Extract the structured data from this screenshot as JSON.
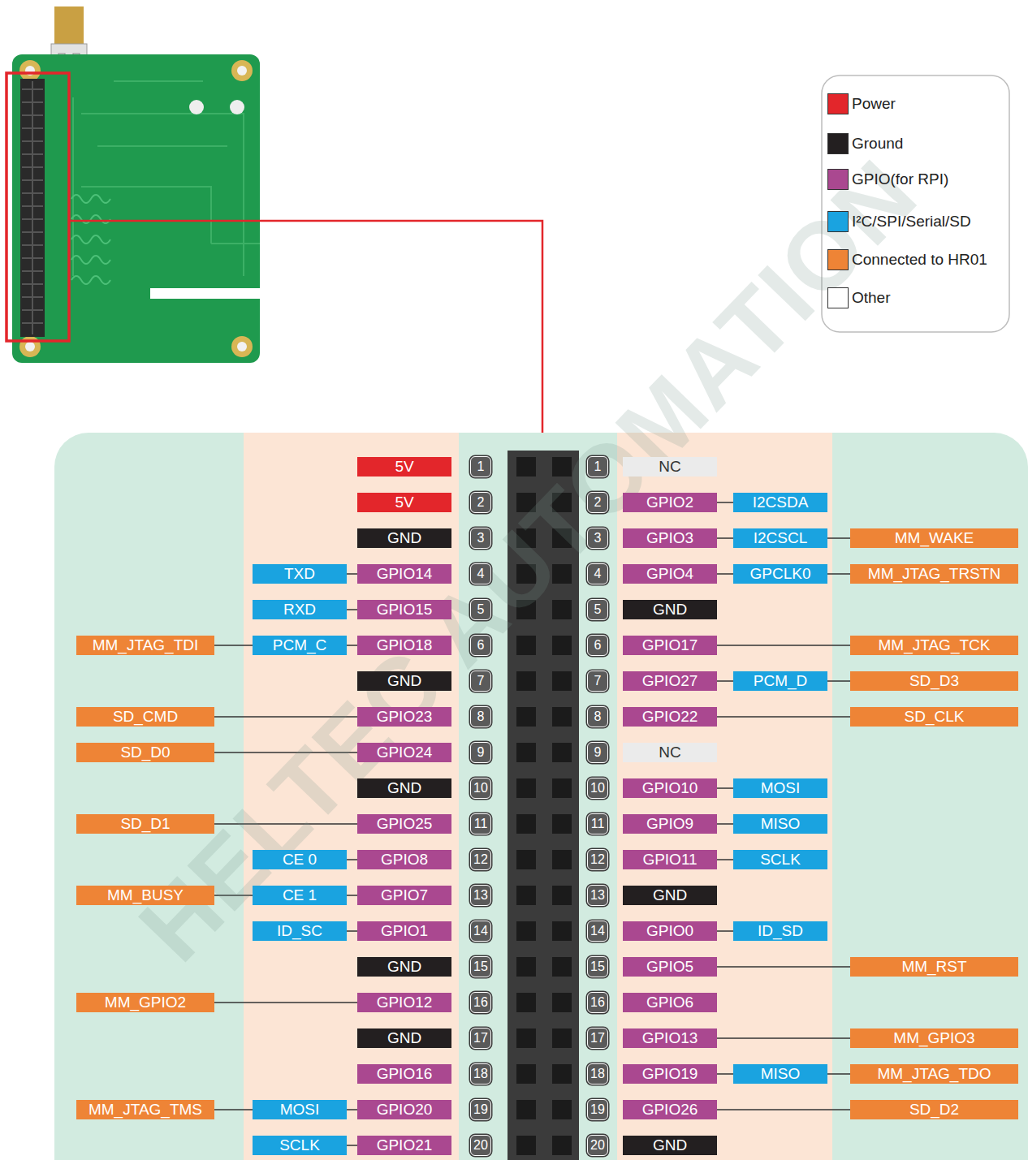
{
  "diagram": {
    "nodes": [
      {
        "text": [
          "5V"
        ]
      },
      {
        "text": [
          "1"
        ]
      },
      {
        "text": [
          "1"
        ]
      },
      {
        "text": [
          "NC"
        ]
      },
      {
        "text": [
          "5V"
        ]
      },
      {
        "text": [
          "2"
        ]
      },
      {
        "text": [
          "2"
        ]
      },
      {
        "text": [
          "GPIO2"
        ]
      },
      {
        "text": [
          "I2CSDA"
        ]
      },
      {
        "text": [
          "GND"
        ]
      },
      {
        "text": [
          "3"
        ]
      },
      {
        "text": [
          "3"
        ]
      },
      {
        "text": [
          "GPIO3"
        ]
      },
      {
        "text": [
          "I2CSCL"
        ]
      },
      {
        "text": [
          "MM_WAKE"
        ]
      },
      {
        "text": [
          "TXD"
        ]
      },
      {
        "text": [
          "GPIO14"
        ]
      },
      {
        "text": [
          "4"
        ]
      },
      {
        "text": [
          "4"
        ]
      },
      {
        "text": [
          "GPIO4"
        ]
      },
      {
        "text": [
          "GPCLK0"
        ]
      },
      {
        "text": [
          "MM_JTAG_TRSTN"
        ]
      },
      {
        "text": [
          "RXD"
        ]
      },
      {
        "text": [
          "GPIO15"
        ]
      },
      {
        "text": [
          "5"
        ]
      },
      {
        "text": [
          "5"
        ]
      },
      {
        "text": [
          "GND"
        ]
      },
      {
        "text": [
          "MM_JTAG_TDI"
        ]
      },
      {
        "text": [
          "PCM_C"
        ]
      },
      {
        "text": [
          "GPIO18"
        ]
      },
      {
        "text": [
          "6"
        ]
      },
      {
        "text": [
          "6"
        ]
      },
      {
        "text": [
          "GPIO17"
        ]
      },
      {
        "text": [
          "MM_JTAG_TCK"
        ]
      },
      {
        "text": [
          "GND"
        ]
      },
      {
        "text": [
          "7"
        ]
      },
      {
        "text": [
          "7"
        ]
      },
      {
        "text": [
          "GPIO27"
        ]
      },
      {
        "text": [
          "PCM_D"
        ]
      },
      {
        "text": [
          "SD_D3"
        ]
      },
      {
        "text": [
          "SD_CMD"
        ]
      },
      {
        "text": [
          "GPIO23"
        ]
      },
      {
        "text": [
          "8"
        ]
      },
      {
        "text": [
          "8"
        ]
      },
      {
        "text": [
          "GPIO22"
        ]
      },
      {
        "text": [
          "SD_CLK"
        ]
      },
      {
        "text": [
          "SD_D0"
        ]
      },
      {
        "text": [
          "GPIO24"
        ]
      },
      {
        "text": [
          "9"
        ]
      },
      {
        "text": [
          "9"
        ]
      },
      {
        "text": [
          "NC"
        ]
      },
      {
        "text": [
          "GND"
        ]
      },
      {
        "text": [
          "10"
        ]
      },
      {
        "text": [
          "10"
        ]
      },
      {
        "text": [
          "GPIO10"
        ]
      },
      {
        "text": [
          "MOSI"
        ]
      },
      {
        "text": [
          "SD_D1"
        ]
      },
      {
        "text": [
          "GPIO25"
        ]
      },
      {
        "text": [
          "11"
        ]
      },
      {
        "text": [
          "11"
        ]
      },
      {
        "text": [
          "GPIO9"
        ]
      },
      {
        "text": [
          "MISO"
        ]
      },
      {
        "text": [
          "CE 0"
        ]
      },
      {
        "text": [
          "GPIO8"
        ]
      },
      {
        "text": [
          "12"
        ]
      },
      {
        "text": [
          "12"
        ]
      },
      {
        "text": [
          "GPIO11"
        ]
      },
      {
        "text": [
          "SCLK"
        ]
      },
      {
        "text": [
          "MM_BUSY"
        ]
      },
      {
        "text": [
          "CE 1"
        ]
      },
      {
        "text": [
          "GPIO7"
        ]
      },
      {
        "text": [
          "13"
        ]
      },
      {
        "text": [
          "13"
        ]
      },
      {
        "text": [
          "GND"
        ]
      },
      {
        "text": [
          "ID_SC"
        ]
      },
      {
        "text": [
          "GPIO1"
        ]
      },
      {
        "text": [
          "14"
        ]
      },
      {
        "text": [
          "14"
        ]
      },
      {
        "text": [
          "GPIO0"
        ]
      },
      {
        "text": [
          "ID_SD"
        ]
      },
      {
        "text": [
          "GND"
        ]
      },
      {
        "text": [
          "15"
        ]
      },
      {
        "text": [
          "15"
        ]
      },
      {
        "text": [
          "GPIO5"
        ]
      },
      {
        "text": [
          "MM_RST"
        ]
      },
      {
        "text": [
          "MM_GPIO2"
        ]
      },
      {
        "text": [
          "GPIO12"
        ]
      },
      {
        "text": [
          "16"
        ]
      },
      {
        "text": [
          "16"
        ]
      },
      {
        "text": [
          "GPIO6"
        ]
      },
      {
        "text": [
          "GND"
        ]
      },
      {
        "text": [
          "17"
        ]
      },
      {
        "text": [
          "17"
        ]
      },
      {
        "text": [
          "GPIO13"
        ]
      },
      {
        "text": [
          "MM_GPIO3"
        ]
      },
      {
        "text": [
          "GPIO16"
        ]
      },
      {
        "text": [
          "18"
        ]
      },
      {
        "text": [
          "18"
        ]
      },
      {
        "text": [
          "GPIO19"
        ]
      },
      {
        "text": [
          "MISO"
        ]
      },
      {
        "text": [
          "MM_JTAG_TDO"
        ]
      },
      {
        "text": [
          "MM_JTAG_TMS"
        ]
      },
      {
        "text": [
          "MOSI"
        ]
      },
      {
        "text": [
          "GPIO20"
        ]
      },
      {
        "text": [
          "19"
        ]
      },
      {
        "text": [
          "19"
        ]
      },
      {
        "text": [
          "GPIO26"
        ]
      },
      {
        "text": [
          "SD_D2"
        ]
      },
      {
        "text": [
          "SCLK"
        ]
      },
      {
        "text": [
          "GPIO21"
        ]
      },
      {
        "text": [
          "20"
        ]
      },
      {
        "text": [
          "20"
        ]
      },
      {
        "text": [
          "GND"
        ]
      }
    ],
    "edges": [
      {
        "from": 7,
        "to": 8,
        "arrow": "none"
      },
      {
        "from": 12,
        "to": 13,
        "arrow": "none"
      },
      {
        "from": 13,
        "to": 14,
        "arrow": "none"
      },
      {
        "from": 15,
        "to": 16,
        "arrow": "none"
      },
      {
        "from": 19,
        "to": 20,
        "arrow": "none"
      },
      {
        "from": 20,
        "to": 21,
        "arrow": "none"
      },
      {
        "from": 22,
        "to": 23,
        "arrow": "none"
      },
      {
        "from": 27,
        "to": 28,
        "arrow": "none"
      },
      {
        "from": 28,
        "to": 29,
        "arrow": "none"
      },
      {
        "from": 32,
        "to": 33,
        "arrow": "none"
      },
      {
        "from": 37,
        "to": 38,
        "arrow": "none"
      },
      {
        "from": 38,
        "to": 39,
        "arrow": "none"
      },
      {
        "from": 40,
        "to": 41,
        "arrow": "none"
      },
      {
        "from": 44,
        "to": 45,
        "arrow": "none"
      },
      {
        "from": 46,
        "to": 47,
        "arrow": "none"
      },
      {
        "from": 54,
        "to": 55,
        "arrow": "none"
      },
      {
        "from": 56,
        "to": 57,
        "arrow": "none"
      },
      {
        "from": 60,
        "to": 61,
        "arrow": "none"
      },
      {
        "from": 62,
        "to": 63,
        "arrow": "none"
      },
      {
        "from": 66,
        "to": 67,
        "arrow": "none"
      },
      {
        "from": 68,
        "to": 69,
        "arrow": "none"
      },
      {
        "from": 69,
        "to": 70,
        "arrow": "none"
      },
      {
        "from": 74,
        "to": 75,
        "arrow": "none"
      },
      {
        "from": 78,
        "to": 79,
        "arrow": "none"
      },
      {
        "from": 83,
        "to": 84,
        "arrow": "none"
      },
      {
        "from": 85,
        "to": 86,
        "arrow": "none"
      },
      {
        "from": 93,
        "to": 94,
        "arrow": "none"
      },
      {
        "from": 98,
        "to": 99,
        "arrow": "none"
      },
      {
        "from": 99,
        "to": 100,
        "arrow": "none"
      },
      {
        "from": 101,
        "to": 102,
        "arrow": "none"
      },
      {
        "from": 102,
        "to": 103,
        "arrow": "none"
      },
      {
        "from": 106,
        "to": 107,
        "arrow": "none"
      },
      {
        "from": 108,
        "to": 109,
        "arrow": "none"
      }
    ],
    "labels": [
      "HELTEC AUTOMATION"
    ],
    "legend": [
      {
        "text": "Power",
        "color": "#e3262b"
      },
      {
        "text": "Ground",
        "color": "#231f20"
      },
      {
        "text": "GPIO(for RPI)",
        "color": "#aa4890"
      },
      {
        "text": "I²C/SPI/Serial/SD",
        "color": "#1aa3e0"
      },
      {
        "text": "Connected to HR01",
        "color": "#ee8436"
      },
      {
        "text": "Other",
        "color": "#ffffff"
      }
    ]
  }
}
